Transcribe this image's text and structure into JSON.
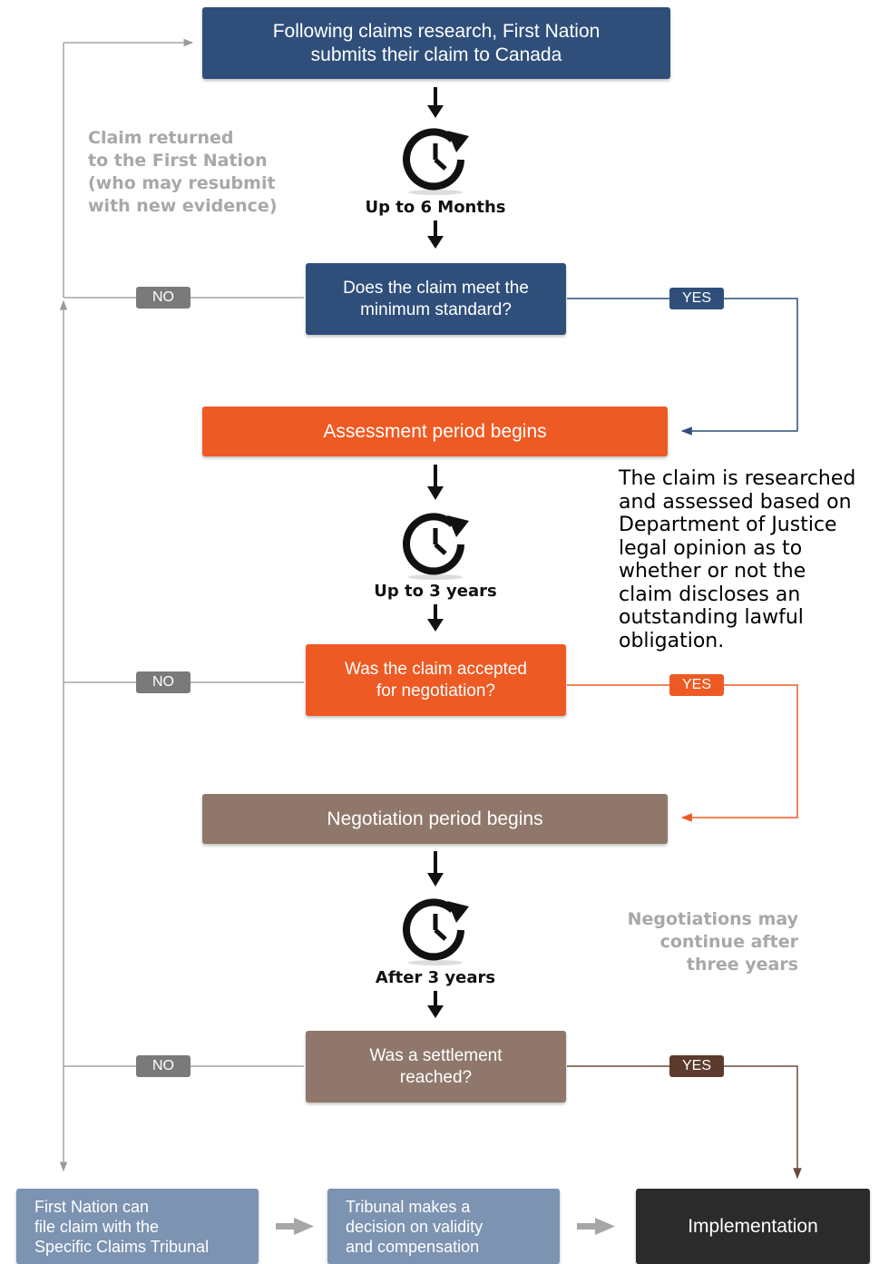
{
  "boxes": {
    "submit": "Following claims research, First Nation\nsubmits their claim to Canada",
    "minimum": "Does the claim meet the\nminimum standard?",
    "assessment": "Assessment period begins",
    "accepted": "Was the claim accepted\nfor negotiation?",
    "negotiation": "Negotiation period begins",
    "settlement": "Was a settlement\nreached?",
    "tribunal_file": "First Nation can\nfile claim with the\nSpecific Claims Tribunal",
    "tribunal_decision": "Tribunal makes a\ndecision on validity\nand compensation",
    "implementation": "Implementation"
  },
  "timers": {
    "t1": "Up to 6 Months",
    "t2": "Up to 3 years",
    "t3": "After 3 years"
  },
  "tags": {
    "no": "NO",
    "yes": "YES"
  },
  "notes": {
    "returned": "Claim returned\nto the First Nation\n(who may resubmit\nwith new evidence)",
    "researched": "The claim is researched\nand assessed based on\nDepartment of Justice\nlegal opinion as to\nwhether or not the\nclaim discloses an\noutstanding lawful\nobligation.",
    "continue": "Negotiations may\ncontinue after\nthree years"
  },
  "colors": {
    "blue": "#2f4f7a",
    "orange": "#ee5a24",
    "brown": "#8f786b",
    "light_blue": "#7c93b1",
    "dark": "#2b2b2b",
    "grey_tag": "#7a7a7a",
    "line_grey": "#a0a0a0"
  }
}
